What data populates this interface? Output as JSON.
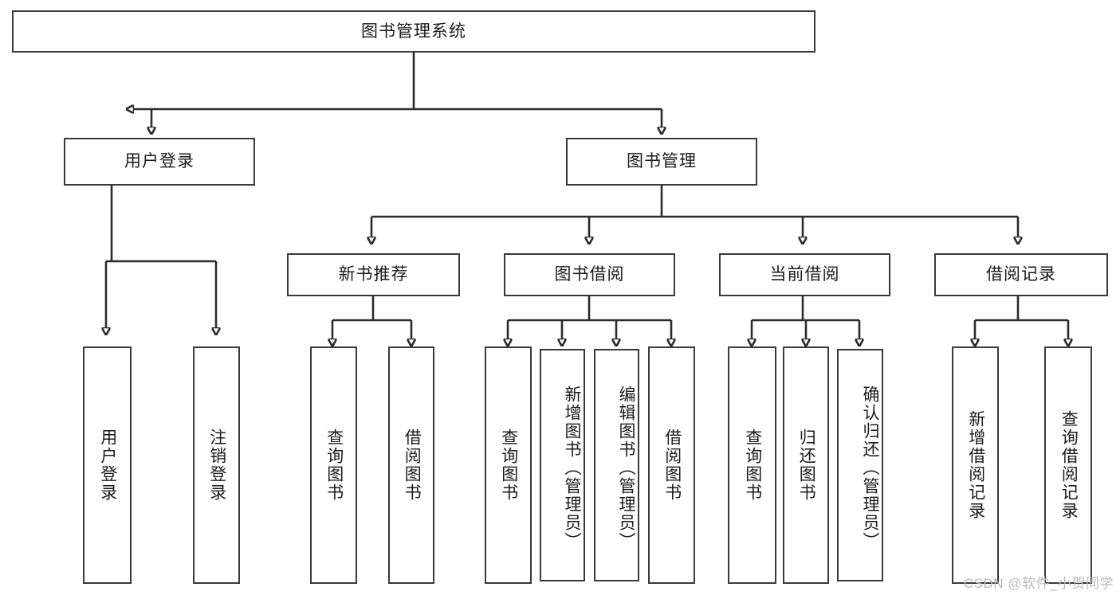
{
  "diagram": {
    "title": "图书管理系统",
    "type": "tree",
    "orientation": "top-down",
    "colors": {
      "box_border": "#3a3a3a",
      "connector": "#2b2b2b",
      "background": "#ffffff",
      "text": "#1b1b1b",
      "watermark": "#b9b9b9"
    },
    "levels": {
      "root": {
        "label": "图书管理系统"
      },
      "level2": [
        {
          "id": "user-login",
          "label": "用户登录"
        },
        {
          "id": "book-manage",
          "label": "图书管理"
        }
      ],
      "level3": [
        {
          "id": "new-book-rec",
          "label": "新书推荐",
          "parent": "book-manage"
        },
        {
          "id": "book-borrow",
          "label": "图书借阅",
          "parent": "book-manage"
        },
        {
          "id": "current-borrow",
          "label": "当前借阅",
          "parent": "book-manage"
        },
        {
          "id": "borrow-record",
          "label": "借阅记录",
          "parent": "book-manage"
        }
      ],
      "leaves": [
        {
          "id": "leaf-user-login",
          "label": "用户登录",
          "parent": "user-login"
        },
        {
          "id": "leaf-logout",
          "label": "注销登录",
          "parent": "user-login"
        },
        {
          "id": "leaf-query-book-1",
          "label": "查询图书",
          "parent": "new-book-rec"
        },
        {
          "id": "leaf-borrow-book-1",
          "label": "借阅图书",
          "parent": "new-book-rec"
        },
        {
          "id": "leaf-query-book-2",
          "label": "查询图书",
          "parent": "book-borrow"
        },
        {
          "id": "leaf-add-book",
          "label": "新增图书（管理员）",
          "parent": "book-borrow"
        },
        {
          "id": "leaf-edit-book",
          "label": "编辑图书（管理员）",
          "parent": "book-borrow"
        },
        {
          "id": "leaf-borrow-book-2",
          "label": "借阅图书",
          "parent": "book-borrow"
        },
        {
          "id": "leaf-query-book-3",
          "label": "查询图书",
          "parent": "current-borrow"
        },
        {
          "id": "leaf-return-book",
          "label": "归还图书",
          "parent": "current-borrow"
        },
        {
          "id": "leaf-confirm-return",
          "label": "确认归还（管理员）",
          "parent": "current-borrow"
        },
        {
          "id": "leaf-add-record",
          "label": "新增借阅记录",
          "parent": "borrow-record"
        },
        {
          "id": "leaf-query-record",
          "label": "查询借阅记录",
          "parent": "borrow-record"
        }
      ]
    },
    "watermark": "CSDN @软件_小贺同学"
  }
}
